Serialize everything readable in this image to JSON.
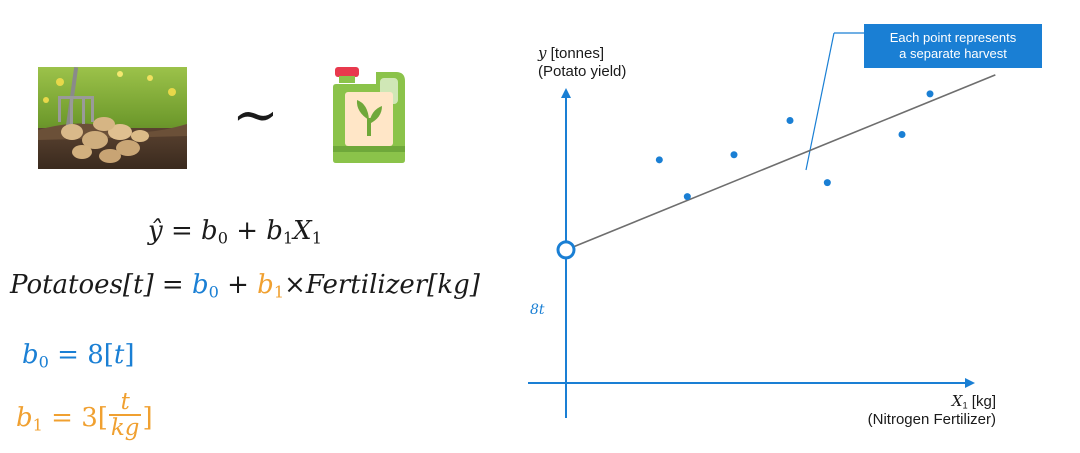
{
  "equations": {
    "general": {
      "lhs": "ŷ",
      "eq": " = ",
      "b0": "b",
      "b0_sub": "0",
      "plus": " + ",
      "b1": "b",
      "b1_sub": "1",
      "x": "X",
      "x_sub": "1"
    },
    "specific": {
      "lhs": "Potatoes[t]",
      "eq": " = ",
      "b0": "b",
      "b0_sub": "0",
      "plus": " + ",
      "b1": "b",
      "b1_sub": "1",
      "times": "×",
      "rhs": "Fertilizer[kg]"
    },
    "b0_value": {
      "b": "b",
      "sub": "0",
      "eq": " = ",
      "value": "8[",
      "unit": "t",
      "close": "]"
    },
    "b1_value": {
      "b": "b",
      "sub": "1",
      "eq": " = ",
      "value": "3[",
      "unit_num": "t",
      "unit_den": "kg",
      "close": "]"
    },
    "tilde": "~"
  },
  "callout": {
    "line1": "Each point represents",
    "line2": "a separate harvest"
  },
  "chart_data": {
    "type": "scatter",
    "title": "",
    "ylabel_var": "y",
    "ylabel_unit": " [tonnes]",
    "ylabel_desc": "(Potato yield)",
    "xlabel_var": "X",
    "xlabel_sub": "1",
    "xlabel_unit": " [kg]",
    "xlabel_desc": "(Nitrogen Fertilizer)",
    "intercept_label": "8t",
    "points": [
      {
        "x": 1.0,
        "y": 15.1
      },
      {
        "x": 1.3,
        "y": 12.2
      },
      {
        "x": 1.8,
        "y": 15.5
      },
      {
        "x": 2.4,
        "y": 18.2
      },
      {
        "x": 2.8,
        "y": 13.3
      },
      {
        "x": 3.6,
        "y": 17.1
      },
      {
        "x": 3.9,
        "y": 20.3
      }
    ],
    "regression": {
      "intercept": 8,
      "slope": 3
    },
    "xlim": [
      0,
      4.8
    ],
    "ylim": [
      -2.5,
      22.5
    ],
    "grid": false,
    "colors": {
      "points": "#1a7fd4",
      "line": "#6e6e6e",
      "axis": "#1a7fd4",
      "b0": "#1a7fd4",
      "b1": "#f0a030"
    }
  }
}
